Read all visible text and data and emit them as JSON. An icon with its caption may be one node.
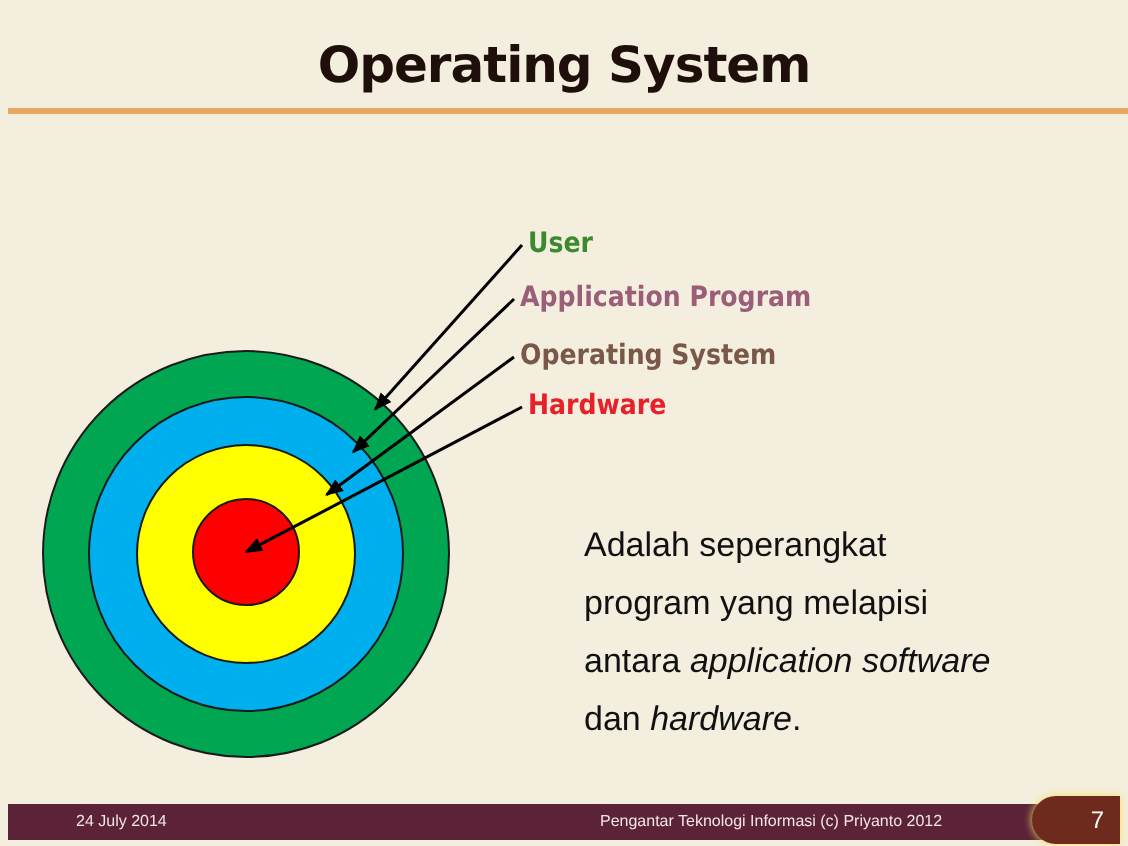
{
  "diagram": {
    "title": "Operating System",
    "nodes": [
      {
        "text": [
          "User"
        ]
      },
      {
        "text": [
          "Application Program"
        ]
      },
      {
        "text": [
          "Operating System"
        ]
      },
      {
        "text": [
          "Hardware"
        ]
      },
      {
        "text": [],
        "shape": "circle"
      },
      {
        "text": [],
        "shape": "circle",
        "in": 4
      },
      {
        "text": [],
        "shape": "circle",
        "in": 5
      },
      {
        "text": [],
        "shape": "circle",
        "in": 6
      }
    ],
    "edges": [
      {
        "from": 0,
        "to": 4,
        "arrow": "to"
      },
      {
        "from": 1,
        "to": 5,
        "arrow": "to"
      },
      {
        "from": 2,
        "to": 6,
        "arrow": "to"
      },
      {
        "from": 3,
        "to": 7,
        "arrow": "to"
      }
    ],
    "labels": [
      "Adalah seperangkat program yang melapisi antara *application software* dan *hardware*.",
      "24 July 2014",
      "Pengantar Teknologi Informasi (c) Priyanto 2012",
      "7"
    ]
  }
}
